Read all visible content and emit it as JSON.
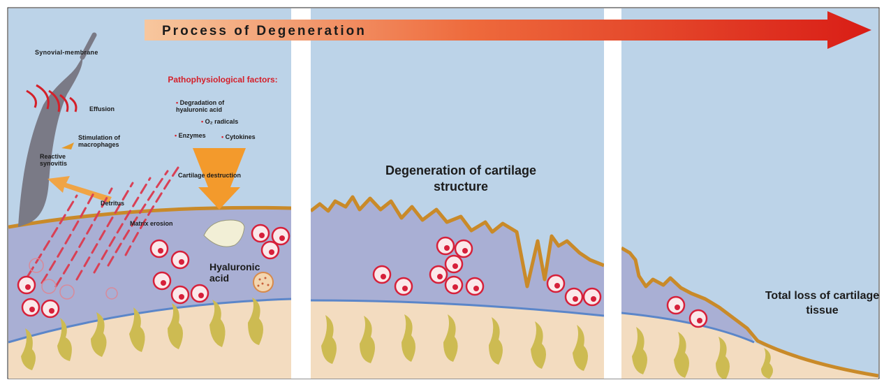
{
  "title": "Process of Degeneration",
  "colors": {
    "sky": "#bcd3e8",
    "cartilage": "#a9afd4",
    "bone": "#f3dcc0",
    "bone_trabecula": "#cdbb52",
    "arrow_start": "#f7c79e",
    "arrow_end": "#d91d16",
    "surface_line": "#c98a29",
    "tidemark": "#5b86c9",
    "cell": "#d6203a",
    "membrane": "#7a7a86"
  },
  "panel1": {
    "synovial_membrane": "Synovial-membrane",
    "effusion": "Effusion",
    "stimulation_of_macrophages": "Stimulation of macrophages",
    "reactive_synovitis": "Reactive synovitis",
    "detritus": "Detritus",
    "matrix_erosion": "Matrix erosion",
    "hyaluronic_acid": "Hyaluronic acid",
    "patho_title": "Pathophysiological factors:",
    "factors": {
      "f1": "Degradation of hyaluronic acid",
      "f2": "O₂ radicals",
      "f3": "Enzymes",
      "f4": "Cytokines"
    },
    "cartilage_destruction": "Cartilage destruction"
  },
  "panel2": {
    "label": "Degeneration of cartilage structure"
  },
  "panel3": {
    "label": "Total loss of cartilage tissue"
  }
}
